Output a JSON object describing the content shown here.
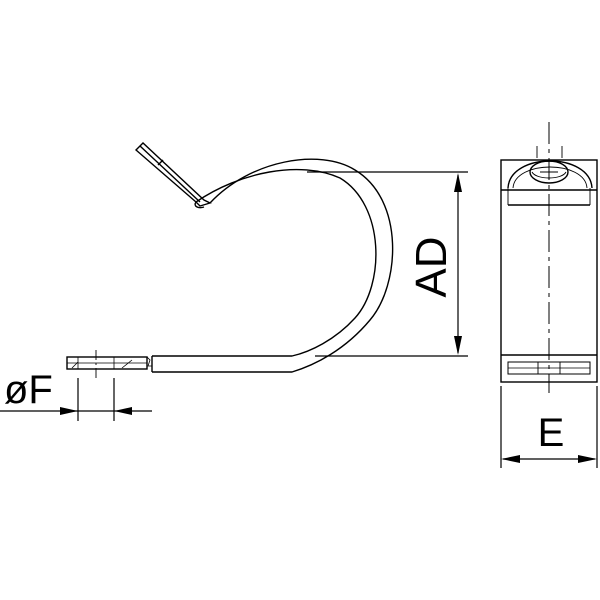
{
  "drawing": {
    "type": "technical-drawing",
    "subject": "single-sided pipe clamp with fixing lug",
    "views": [
      "side view",
      "front view"
    ],
    "line_color": "#000000",
    "background": "#ffffff"
  },
  "dimensions": {
    "outer_diameter": {
      "label": "AD"
    },
    "hole_diameter": {
      "label": "øF"
    },
    "width": {
      "label": "E"
    }
  }
}
